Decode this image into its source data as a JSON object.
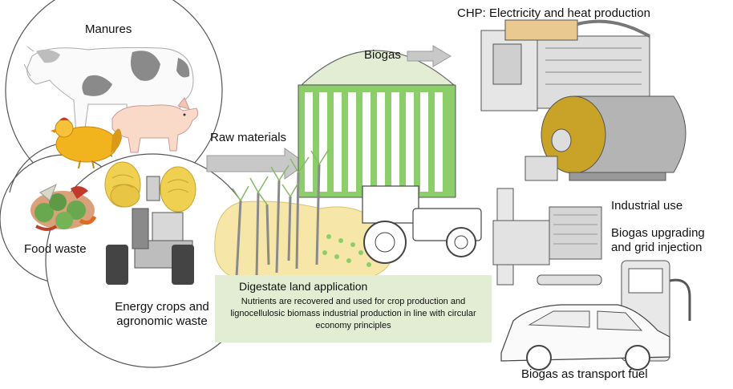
{
  "labels": {
    "manures": "Manures",
    "food_waste": "Food waste",
    "energy_crops_line1": "Energy crops and",
    "energy_crops_line2": "agronomic waste",
    "raw_materials": "Raw materials",
    "biogas": "Biogas",
    "chp": "CHP: Electricity and heat production",
    "industrial_use": "Industrial use",
    "upgrading_line1": "Biogas upgrading",
    "upgrading_line2": "and grid injection",
    "transport_fuel": "Biogas as transport fuel"
  },
  "digestate": {
    "title": "Digestate land application",
    "text": "Nutrients are recovered and used for crop production and lignocellulosic biomass industrial production in line with circular economy principles"
  },
  "colors": {
    "digester_green": "#8ccf6a",
    "digester_bg": "#e3edd4",
    "arrow_gray": "#c8c8c8",
    "hay_yellow": "#f0d050",
    "boiler_gold": "#c9a228",
    "boiler_gray": "#b4b4b4"
  }
}
